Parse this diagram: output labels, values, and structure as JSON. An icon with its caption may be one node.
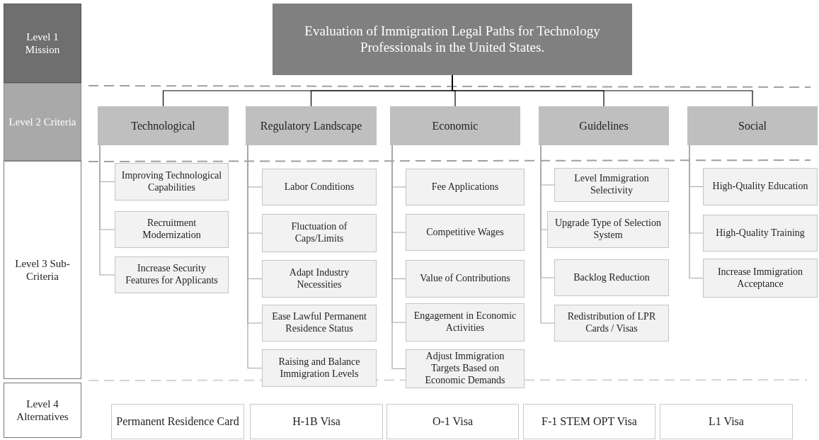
{
  "diagram": {
    "nodes": [
      {
        "text": [
          "Level 1 Mission"
        ]
      },
      {
        "text": [
          "Level 2 Criteria"
        ]
      },
      {
        "text": [
          "Level 3 Sub-Criteria"
        ]
      },
      {
        "text": [
          "Level 4 Alternatives"
        ]
      },
      {
        "text": [
          "Evaluation of Immigration Legal Paths for Technology Professionals in the United States."
        ]
      },
      {
        "text": [
          "Technological"
        ]
      },
      {
        "text": [
          "Regulatory Landscape"
        ]
      },
      {
        "text": [
          "Economic"
        ]
      },
      {
        "text": [
          "Guidelines"
        ]
      },
      {
        "text": [
          "Social"
        ]
      },
      {
        "text": [
          "Improving Technological Capabilities"
        ]
      },
      {
        "text": [
          "Recruitment Modernization"
        ]
      },
      {
        "text": [
          "Increase Security Features for Applicants"
        ]
      },
      {
        "text": [
          "Labor Conditions"
        ]
      },
      {
        "text": [
          "Fluctuation of Caps/Limits"
        ]
      },
      {
        "text": [
          "Adapt Industry Necessities"
        ]
      },
      {
        "text": [
          "Ease Lawful Permanent Residence Status"
        ]
      },
      {
        "text": [
          "Raising and Balance Immigration Levels"
        ]
      },
      {
        "text": [
          "Fee Applications"
        ]
      },
      {
        "text": [
          "Competitive Wages"
        ]
      },
      {
        "text": [
          "Value of Contributions"
        ]
      },
      {
        "text": [
          "Engagement in Economic Activities"
        ]
      },
      {
        "text": [
          "Adjust Immigration Targets Based on Economic Demands"
        ]
      },
      {
        "text": [
          "Level Immigration Selectivity"
        ]
      },
      {
        "text": [
          "Upgrade Type of Selection System"
        ]
      },
      {
        "text": [
          "Backlog Reduction"
        ]
      },
      {
        "text": [
          "Redistribution of LPR Cards / Visas"
        ]
      },
      {
        "text": [
          "High-Quality Education"
        ]
      },
      {
        "text": [
          "High-Quality Training"
        ]
      },
      {
        "text": [
          "Increase Immigration Acceptance"
        ]
      },
      {
        "text": [
          "Permanent Residence Card"
        ]
      },
      {
        "text": [
          "H-1B Visa"
        ]
      },
      {
        "text": [
          "O-1 Visa"
        ]
      },
      {
        "text": [
          "F-1 STEM OPT Visa"
        ]
      },
      {
        "text": [
          "L1 Visa"
        ]
      }
    ],
    "edges": [
      {
        "from": 4,
        "to": 5,
        "arrow": "none",
        "color": "#000000"
      },
      {
        "from": 4,
        "to": 6,
        "arrow": "none",
        "color": "#000000"
      },
      {
        "from": 4,
        "to": 7,
        "arrow": "none",
        "color": "#000000"
      },
      {
        "from": 4,
        "to": 8,
        "arrow": "none",
        "color": "#000000"
      },
      {
        "from": 4,
        "to": 9,
        "arrow": "none",
        "color": "#000000"
      },
      {
        "from": 5,
        "to": 10,
        "arrow": "none"
      },
      {
        "from": 5,
        "to": 11,
        "arrow": "none"
      },
      {
        "from": 5,
        "to": 12,
        "arrow": "none"
      },
      {
        "from": 6,
        "to": 13,
        "arrow": "none"
      },
      {
        "from": 6,
        "to": 14,
        "arrow": "none"
      },
      {
        "from": 6,
        "to": 15,
        "arrow": "none"
      },
      {
        "from": 6,
        "to": 16,
        "arrow": "none"
      },
      {
        "from": 6,
        "to": 17,
        "arrow": "none"
      },
      {
        "from": 7,
        "to": 18,
        "arrow": "none"
      },
      {
        "from": 7,
        "to": 19,
        "arrow": "none"
      },
      {
        "from": 7,
        "to": 20,
        "arrow": "none"
      },
      {
        "from": 7,
        "to": 21,
        "arrow": "none"
      },
      {
        "from": 7,
        "to": 22,
        "arrow": "none"
      },
      {
        "from": 8,
        "to": 23,
        "arrow": "none"
      },
      {
        "from": 8,
        "to": 24,
        "arrow": "none"
      },
      {
        "from": 8,
        "to": 25,
        "arrow": "none"
      },
      {
        "from": 8,
        "to": 26,
        "arrow": "none"
      },
      {
        "from": 9,
        "to": 27,
        "arrow": "none"
      },
      {
        "from": 9,
        "to": 28,
        "arrow": "none"
      },
      {
        "from": 9,
        "to": 29,
        "arrow": "none"
      }
    ]
  }
}
